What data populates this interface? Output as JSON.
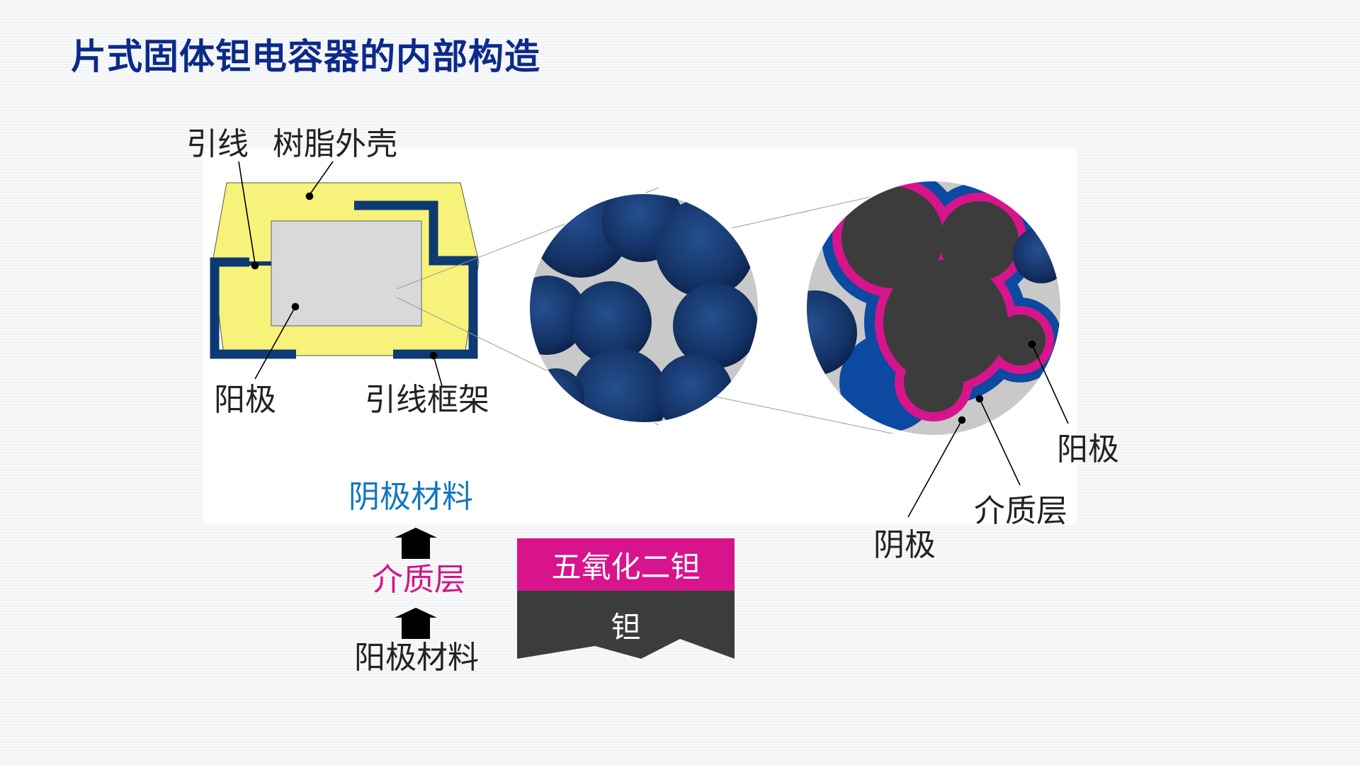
{
  "title": "片式固体钽电容器的内部构造",
  "labels": {
    "lead": "引线",
    "resin_case": "树脂外壳",
    "anode_left": "阳极",
    "lead_frame": "引线框架",
    "anode_right": "阳极",
    "dielectric": "介质层",
    "cathode": "阴极"
  },
  "stack": {
    "cathode_material": "阴极材料",
    "dielectric_layer": "介质层",
    "anode_material": "阳极材料"
  },
  "layers": {
    "oxide": "五氧化二钽",
    "metal": "钽"
  },
  "colors": {
    "title": "#0b2a8c",
    "resin": "#f6f27a",
    "frame": "#0e3a73",
    "anode_block": "#d9d9d9",
    "particle": "#13316a",
    "oxide_layer": "#d7148c",
    "cathode_layer": "#0b4aa0",
    "tantalum": "#3c3c3c",
    "label_blue": "#1277c0",
    "label_magenta": "#d4148a"
  }
}
